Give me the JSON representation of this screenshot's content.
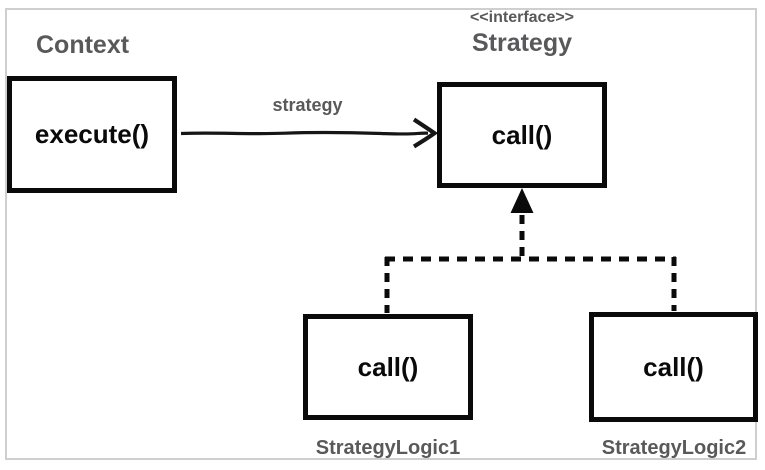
{
  "diagram": {
    "context": {
      "title": "Context",
      "method": "execute()"
    },
    "strategy": {
      "stereotype": "<<interface>>",
      "title": "Strategy",
      "method": "call()"
    },
    "logic1": {
      "title": "StrategyLogic1",
      "method": "call()"
    },
    "logic2": {
      "title": "StrategyLogic2",
      "method": "call()"
    },
    "association": {
      "label": "strategy",
      "from": "Context",
      "to": "Strategy",
      "type": "solid-line-open-arrowhead"
    },
    "realizations": [
      {
        "from": "StrategyLogic1",
        "to": "Strategy",
        "type": "dashed-line-filled-arrowhead"
      },
      {
        "from": "StrategyLogic2",
        "to": "Strategy",
        "type": "dashed-line-filled-arrowhead"
      }
    ],
    "colors": {
      "box_border": "#0a0a0a",
      "line": "#141414",
      "label_gray": "#59595b",
      "frame": "#cfcfcf",
      "background": "#ffffff"
    }
  }
}
